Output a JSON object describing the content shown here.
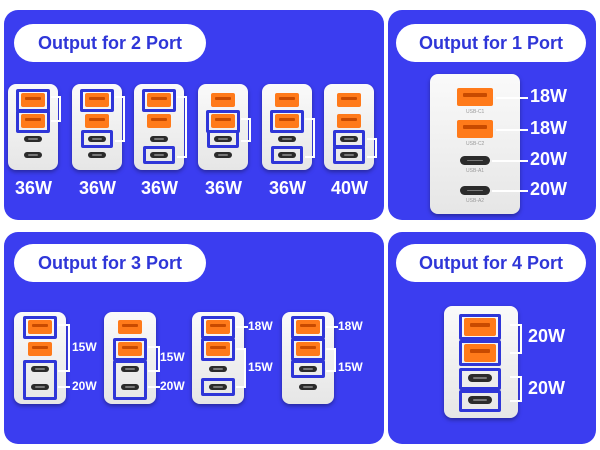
{
  "panels": {
    "two_port": {
      "title": "Output for 2 Port",
      "watts": [
        "36W",
        "36W",
        "36W",
        "36W",
        "36W",
        "40W"
      ]
    },
    "one_port": {
      "title": "Output for 1 Port",
      "watts": [
        "18W",
        "18W",
        "20W",
        "20W"
      ],
      "port_labels": [
        "USB-C1",
        "USB-C2",
        "USB-A1",
        "USB-A2"
      ]
    },
    "three_port": {
      "title": "Output for 3 Port",
      "charger1": [
        "15W",
        "20W"
      ],
      "charger2": [
        "15W",
        "20W"
      ],
      "charger3": [
        "18W",
        "15W"
      ],
      "charger4": [
        "18W",
        "15W"
      ]
    },
    "four_port": {
      "title": "Output for 4 Port",
      "watts": [
        "20W",
        "20W"
      ]
    }
  },
  "colors": {
    "panel": "#3b3df0",
    "highlight": "#2f36d8",
    "usb_a": "#ff7a1a",
    "usb_c": "#2b2b2b"
  }
}
